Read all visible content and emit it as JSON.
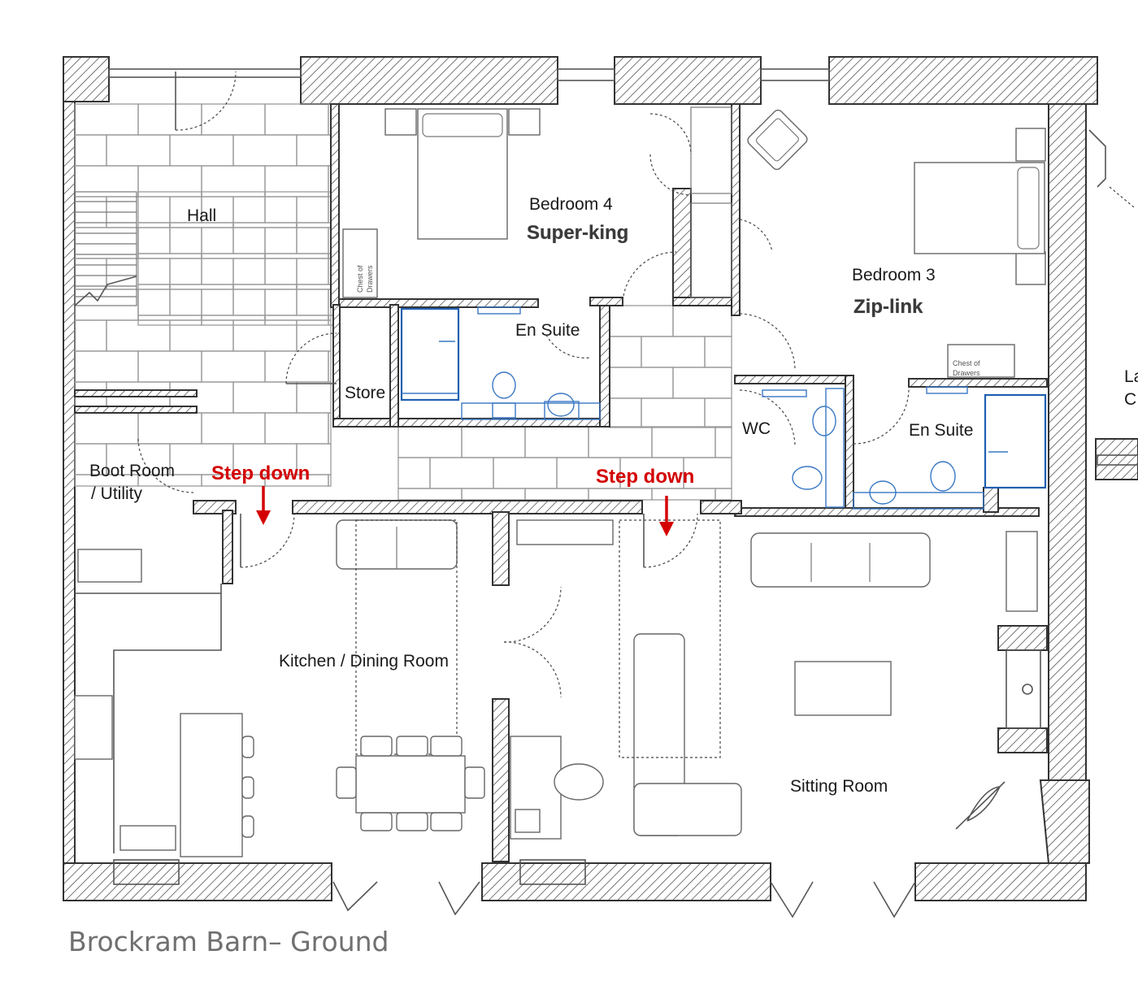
{
  "title": "Brockram Barn– Ground",
  "rooms": {
    "hall": "Hall",
    "bedroom4": "Bedroom 4",
    "bedroom4_bed": "Super-king",
    "bedroom3": "Bedroom 3",
    "bedroom3_bed": "Zip-link",
    "ensuite1": "En Suite",
    "ensuite2": "En Suite",
    "store": "Store",
    "wc": "WC",
    "boot_room_line1": "Boot Room",
    "boot_room_line2": "/ Utility",
    "kitchen": "Kitchen / Dining Room",
    "sitting": "Sitting Room"
  },
  "annotations": {
    "step_down_1": "Step down",
    "step_down_2": "Step down"
  },
  "furniture": {
    "chest1_line1": "Chest of",
    "chest1_line2": "Drawers",
    "chest2_line1": "Chest of",
    "chest2_line2": "Drawers"
  },
  "edge_text": {
    "right_1": "La",
    "right_2": "C"
  },
  "colors": {
    "annotation": "#d40000",
    "sanitary": "#1f5fb0",
    "title": "#707070"
  }
}
